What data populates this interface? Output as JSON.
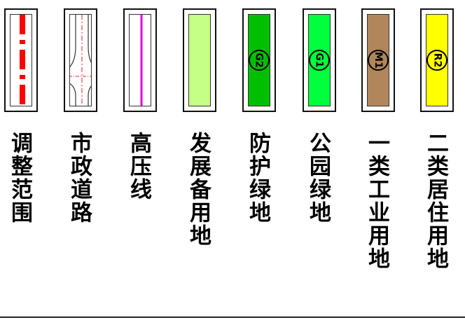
{
  "legend": {
    "items": [
      {
        "key": "r2",
        "label": "二类居住用地",
        "code": "R2",
        "fill": "#ffff00"
      },
      {
        "key": "m1",
        "label": "一类工业用地",
        "code": "M1",
        "fill": "#b0865a"
      },
      {
        "key": "g1",
        "label": "公园绿地",
        "code": "G1",
        "fill": "#00ff3c"
      },
      {
        "key": "g2",
        "label": "防护绿地",
        "code": "G2",
        "fill": "#00bf00"
      },
      {
        "key": "reserve",
        "label": "发展备用地",
        "fill": "#c6ff85"
      },
      {
        "key": "hv-line",
        "label": "高压线",
        "line_color": "#e000e0"
      },
      {
        "key": "road",
        "label": "市政道路",
        "line_color": "#e02020"
      },
      {
        "key": "boundary",
        "label": "调整范围",
        "line_color": "#ff0000"
      }
    ]
  }
}
